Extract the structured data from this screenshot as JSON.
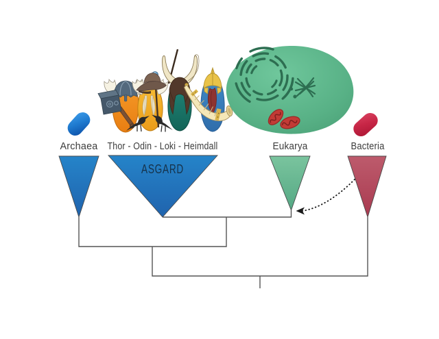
{
  "diagram": {
    "type": "phylogenetic-tree",
    "background_color": "#ffffff",
    "tree_line_color": "#545454",
    "labels": {
      "archaea": "Archaea",
      "asgard_members": "Thor - Odin - Loki - Heimdall",
      "asgard_clade": "ASGARD",
      "eukarya": "Eukarya",
      "bacteria": "Bacteria"
    },
    "topology": "((Archaea,(ASGARD,Eukarya)),Bacteria)",
    "clade_triangles": [
      {
        "label": "Archaea",
        "fill_top": "#2584c9",
        "fill_tip": "#2063ad"
      },
      {
        "label": "ASGARD",
        "fill_top": "#2584c9",
        "fill_tip": "#2063ad",
        "text_color": "#16324a"
      },
      {
        "label": "Eukarya",
        "fill_top": "#7ac49e",
        "fill_tip": "#55a884"
      },
      {
        "label": "Bacteria",
        "fill_top": "#bd5b6c",
        "fill_tip": "#a93a50"
      }
    ],
    "annotation": {
      "dotted_arrow": {
        "from": "Bacteria clade",
        "to": "Eukarya branch junction",
        "style": "dotted",
        "color": "#1a1a1a"
      }
    },
    "illustrations": {
      "archaea_pill_colors": [
        "#3b9ae8",
        "#0b4da5"
      ],
      "bacteria_pill_colors": [
        "#d8405e",
        "#ab1634"
      ],
      "eukaryote_cell_color": "#58b186",
      "eukaryote_organelle_color": "#2d6e51",
      "mitochondria_color": "#c33b36",
      "thor_body_color": "#ef8c1f",
      "odin_body_color": "#f3b32b",
      "loki_body_color": "#1b7f72",
      "heimdall_body_color": "#3f85c4"
    }
  }
}
